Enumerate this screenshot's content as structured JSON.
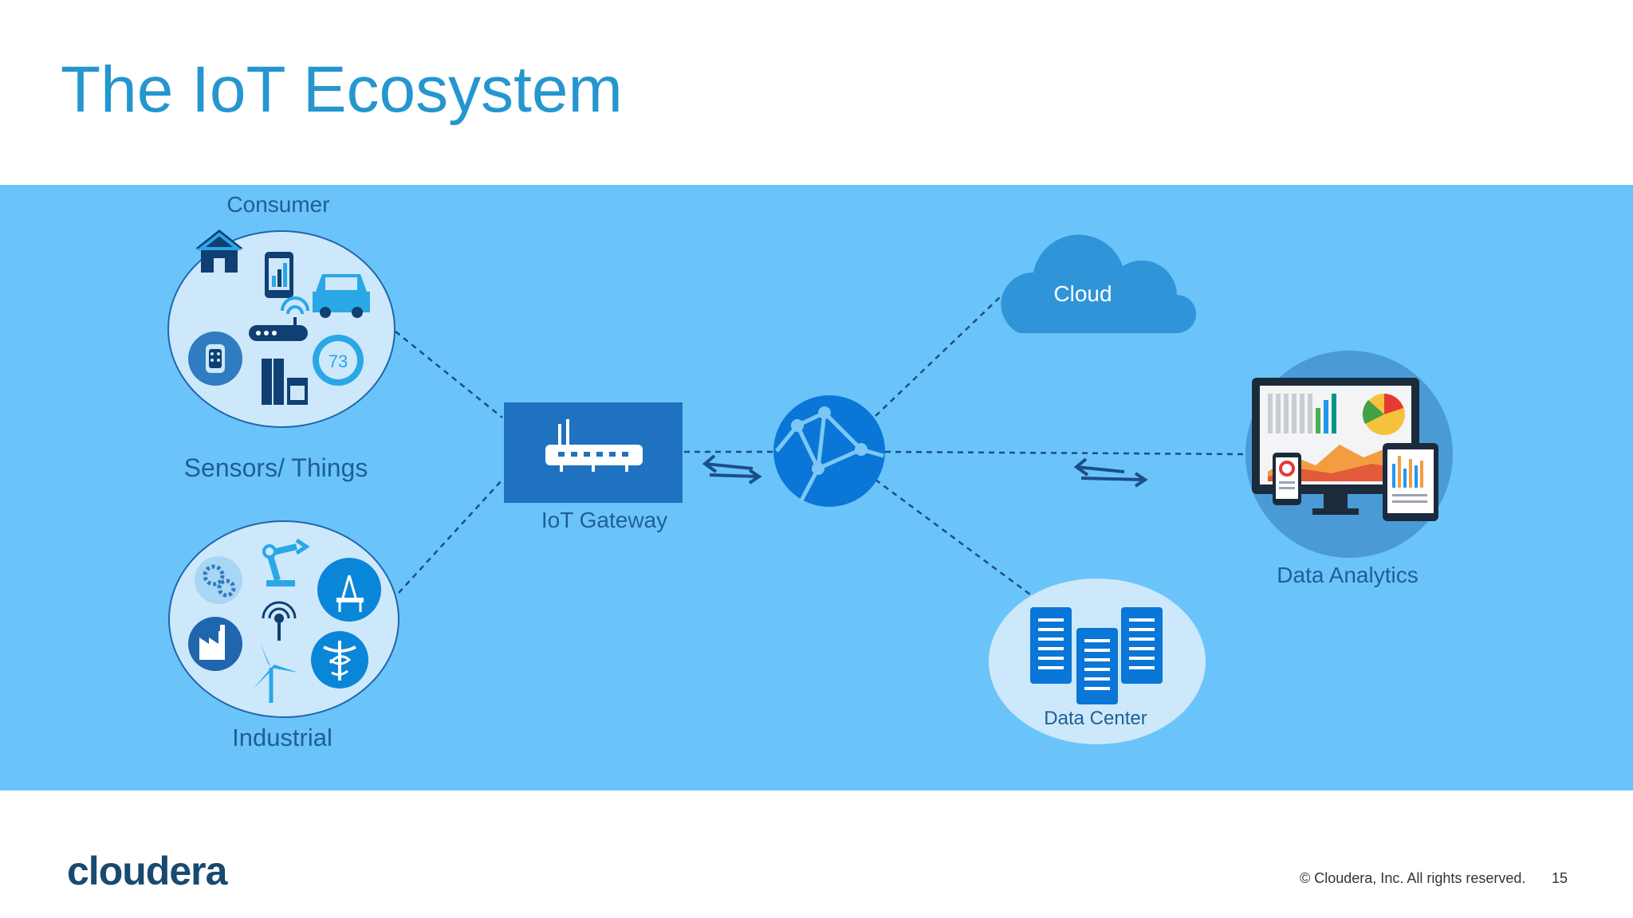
{
  "slide": {
    "title": "The IoT Ecosystem",
    "page_number": "15",
    "copyright": "© Cloudera, Inc. All rights reserved.",
    "logo_text": "cloudera"
  },
  "diagram": {
    "consumer_label": "Consumer",
    "sensors_label": "Sensors/ Things",
    "industrial_label": "Industrial",
    "gateway_label": "IoT Gateway",
    "cloud_label": "Cloud",
    "analytics_label": "Data Analytics",
    "datacenter_label": "Data Center",
    "thermostat_reading": "73"
  },
  "colors": {
    "title": "#2596cf",
    "band": "#6ac4fa",
    "node_dark": "#1f66ad",
    "node_bright": "#0a76d8"
  }
}
